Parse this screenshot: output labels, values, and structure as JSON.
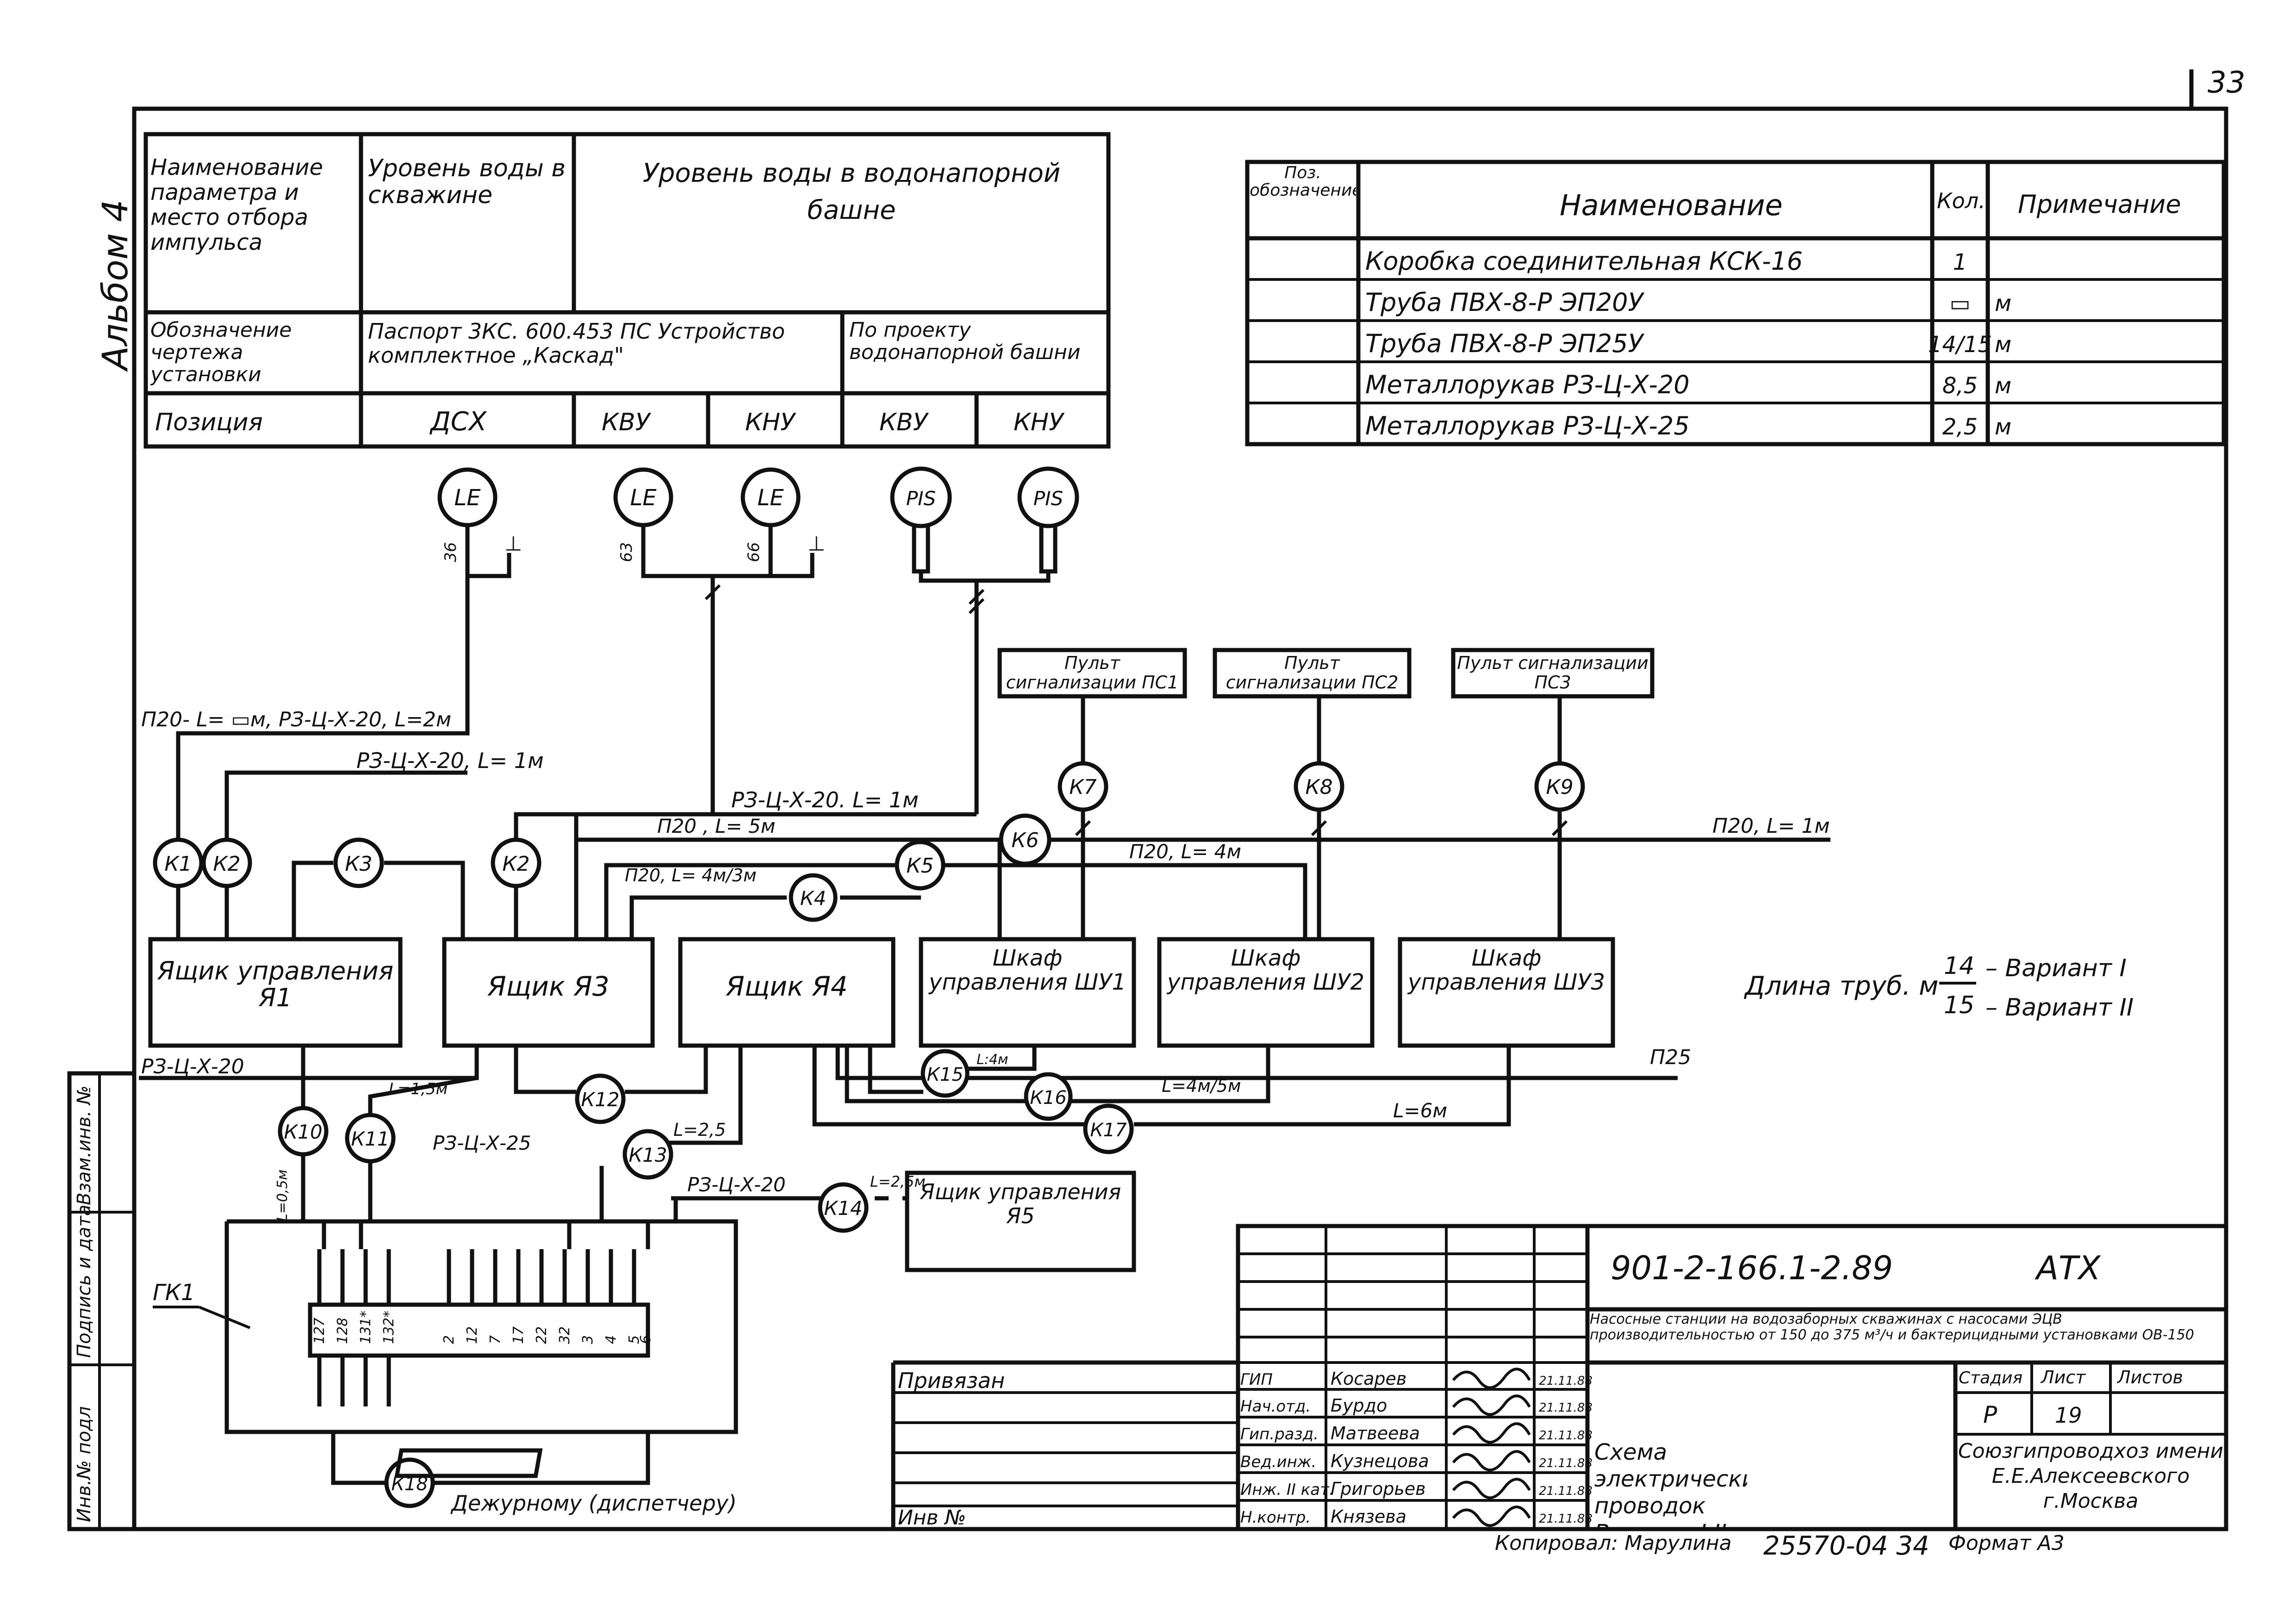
{
  "sheet_number": "33",
  "album_label": "Альбом 4",
  "side_stamp": [
    "Инв.№ подл",
    "Подпись и дата",
    "Взам.инв. №"
  ],
  "param_table": {
    "r1": {
      "c1": "Наименование параметра и место отбора импульса",
      "c2": "Уровень воды в скважине",
      "c3": "Уровень воды в водонапорной башне"
    },
    "r2": {
      "c1": "Обозначение чертежа установки",
      "c2": "Паспорт 3КС. 600.453 ПС Устройство комплектное „Каскад\"",
      "c3": "По проекту водонапорной башни"
    },
    "r3": {
      "c1": "Позиция",
      "c2": "ДСХ",
      "c3": "КВУ",
      "c4": "КНУ",
      "c5": "КВУ",
      "c6": "КНУ"
    }
  },
  "spec_table": {
    "headers": [
      "Поз. обозначение",
      "Наименование",
      "Кол.",
      "Примечание"
    ],
    "rows": [
      {
        "name": "Коробка соединительная КСК-16",
        "qty": "1",
        "note": ""
      },
      {
        "name": "Труба ПВХ-8-Р ЭП20У",
        "qty": "▭",
        "note": "м"
      },
      {
        "name": "Труба ПВХ-8-Р ЭП25У",
        "qty": "14/15",
        "note": "м"
      },
      {
        "name": "Металлорукав РЗ-Ц-Х-20",
        "qty": "8,5",
        "note": "м"
      },
      {
        "name": "Металлорукав РЗ-Ц-Х-25",
        "qty": "2,5",
        "note": "м"
      }
    ]
  },
  "sensors": {
    "le": "LE",
    "pis": "PIS",
    "w1": "36",
    "w2": "63",
    "w3": "66",
    "g": "⊥"
  },
  "panels": {
    "ps1": "Пульт сигнализации ПС1",
    "ps2": "Пульт сигнализации ПС2",
    "ps3": "Пульт сигнализации ПС3",
    "ya1": "Ящик управления Я1",
    "ya3": "Ящик Я3",
    "ya4": "Ящик Я4",
    "shu1": "Шкаф управления ШУ1",
    "shu2": "Шкаф управления ШУ2",
    "shu3": "Шкаф управления ШУ3",
    "ya5": "Ящик управления Я5"
  },
  "boxes": [
    "К1",
    "К2",
    "К3",
    "К2",
    "К4",
    "К5",
    "К6",
    "К7",
    "К8",
    "К9",
    "К10",
    "К11",
    "К12",
    "К13",
    "К14",
    "К15",
    "К16",
    "К17",
    "К18"
  ],
  "cable_labels": {
    "a": "П20- L= ▭м, РЗ-Ц-Х-20, L=2м",
    "b": "РЗ-Ц-Х-20, L= 1м",
    "c": "РЗ-Ц-Х-20. L= 1м",
    "d": "П20 , L= 5м",
    "e": "П20, L= 4м/3м",
    "f": "П20, L= 4м",
    "g": "П20, L= 1м",
    "h": "РЗ-Ц-Х-20",
    "i": "L=1,5м",
    "j": "L=0,5м",
    "k": "РЗ-Ц-Х-25",
    "l": "L=2,5",
    "m": "РЗ-Ц-Х-20",
    "n": "L=2,5м",
    "o": "L:4м",
    "p": "L=4м/5м",
    "q": "L=6м",
    "r": "П25"
  },
  "terminal_box": {
    "label": "ГК1",
    "left_terms": [
      "127",
      "128",
      "131*",
      "132*"
    ],
    "right_terms": [
      "2",
      "12",
      "7",
      "17",
      "22",
      "32",
      "3",
      "4",
      "5",
      "6"
    ]
  },
  "duty_label": "Дежурному (диспетчеру)",
  "pipe_length": {
    "label": "Длина труб. м",
    "num": "14",
    "den": "15",
    "v1": "– Вариант I",
    "v2": "– Вариант II"
  },
  "title_block": {
    "doc_code": "901-2-166.1-2.89",
    "type": "АТХ",
    "project_desc": "Насосные станции на водозаборных скважинах с насосами ЭЦВ производительностью от 150 до 375 м³/ч и бактерицидными установками ОВ-150",
    "privyazan": "Привязан",
    "inv": "Инв №",
    "stage_h": "Стадия",
    "sheet_h": "Лист",
    "sheets_h": "Листов",
    "stage": "Р",
    "sheet": "19",
    "sheets": "",
    "drawing_title": "Схема электрических проводок Вариант I II",
    "org": "Союзгипроводхоз имени Е.Е.Алексеевского г.Москва",
    "staff": [
      {
        "role": "ГИП",
        "name": "Косарев",
        "date": "21.11.88"
      },
      {
        "role": "Нач.отд.",
        "name": "Бурдо",
        "date": "21.11.88"
      },
      {
        "role": "Гип.разд.",
        "name": "Матвеева",
        "date": "21.11.88"
      },
      {
        "role": "Вед.инж.",
        "name": "Кузнецова",
        "date": "21.11.88"
      },
      {
        "role": "Инж. II кат.",
        "name": "Григорьев",
        "date": "21.11.88"
      },
      {
        "role": "Н.контр.",
        "name": "Князева",
        "date": "21.11.88"
      }
    ]
  },
  "footer": {
    "copied": "Копировал: Марулина",
    "num": "25570-04 34",
    "format": "Формат А3"
  }
}
